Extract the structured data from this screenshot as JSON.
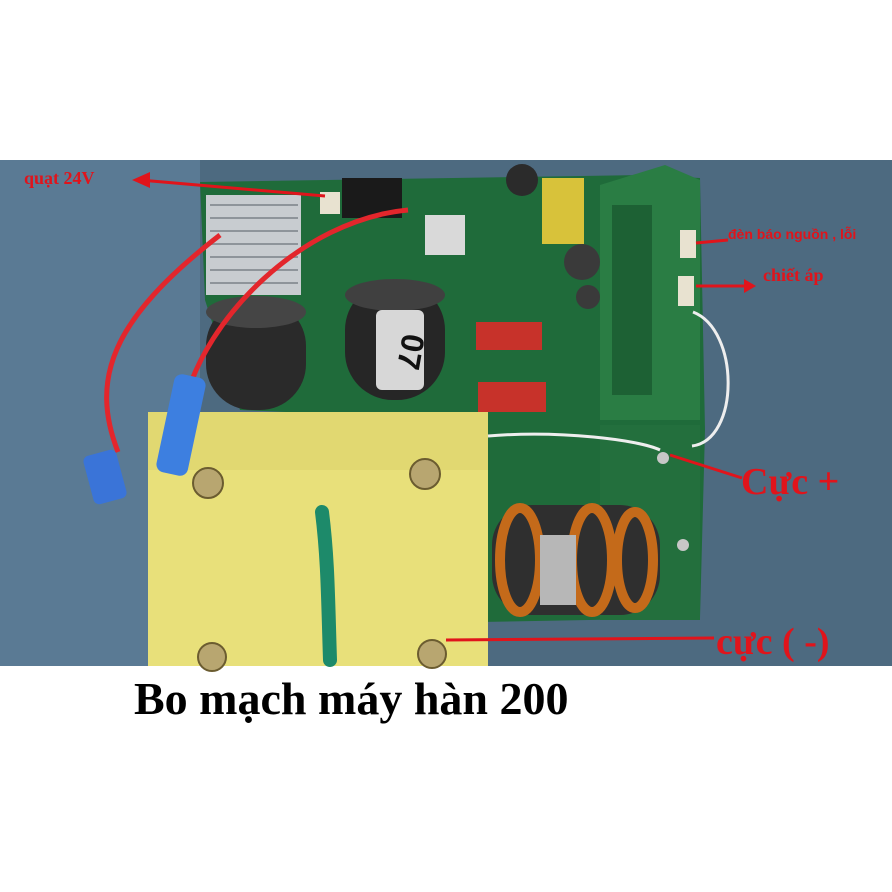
{
  "photo": {
    "labels": {
      "fan": "quạt 24V",
      "status_led": "đèn báo nguồn , lỗi",
      "potentiometer": "chiết áp",
      "positive_terminal": "Cực +",
      "negative_terminal": "cực ( -)"
    },
    "capacitor_marking": "07",
    "caption": "Bo mạch máy hàn 200"
  },
  "colors": {
    "annotation": "#e0141b",
    "pcb": "#1f6b3a",
    "insulator": "#e8e07a",
    "caption": "#000000"
  }
}
